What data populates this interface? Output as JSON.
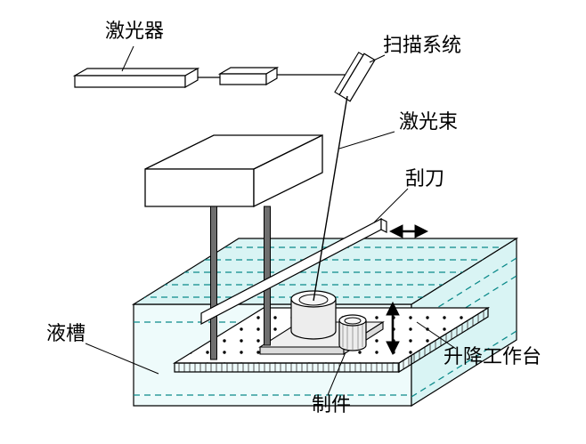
{
  "diagram": {
    "title_hint": "SLA stereolithography process schematic",
    "labels": {
      "laser": "激光器",
      "scanner": "扫描系统",
      "beam": "激光束",
      "scraper": "刮刀",
      "tank": "液槽",
      "worktable": "升降工作台",
      "part": "制件"
    },
    "colors": {
      "liquid": "#d9f4f4",
      "liquid_light": "#eefbfb",
      "dash": "#0b8a8a",
      "line": "#000000"
    }
  }
}
